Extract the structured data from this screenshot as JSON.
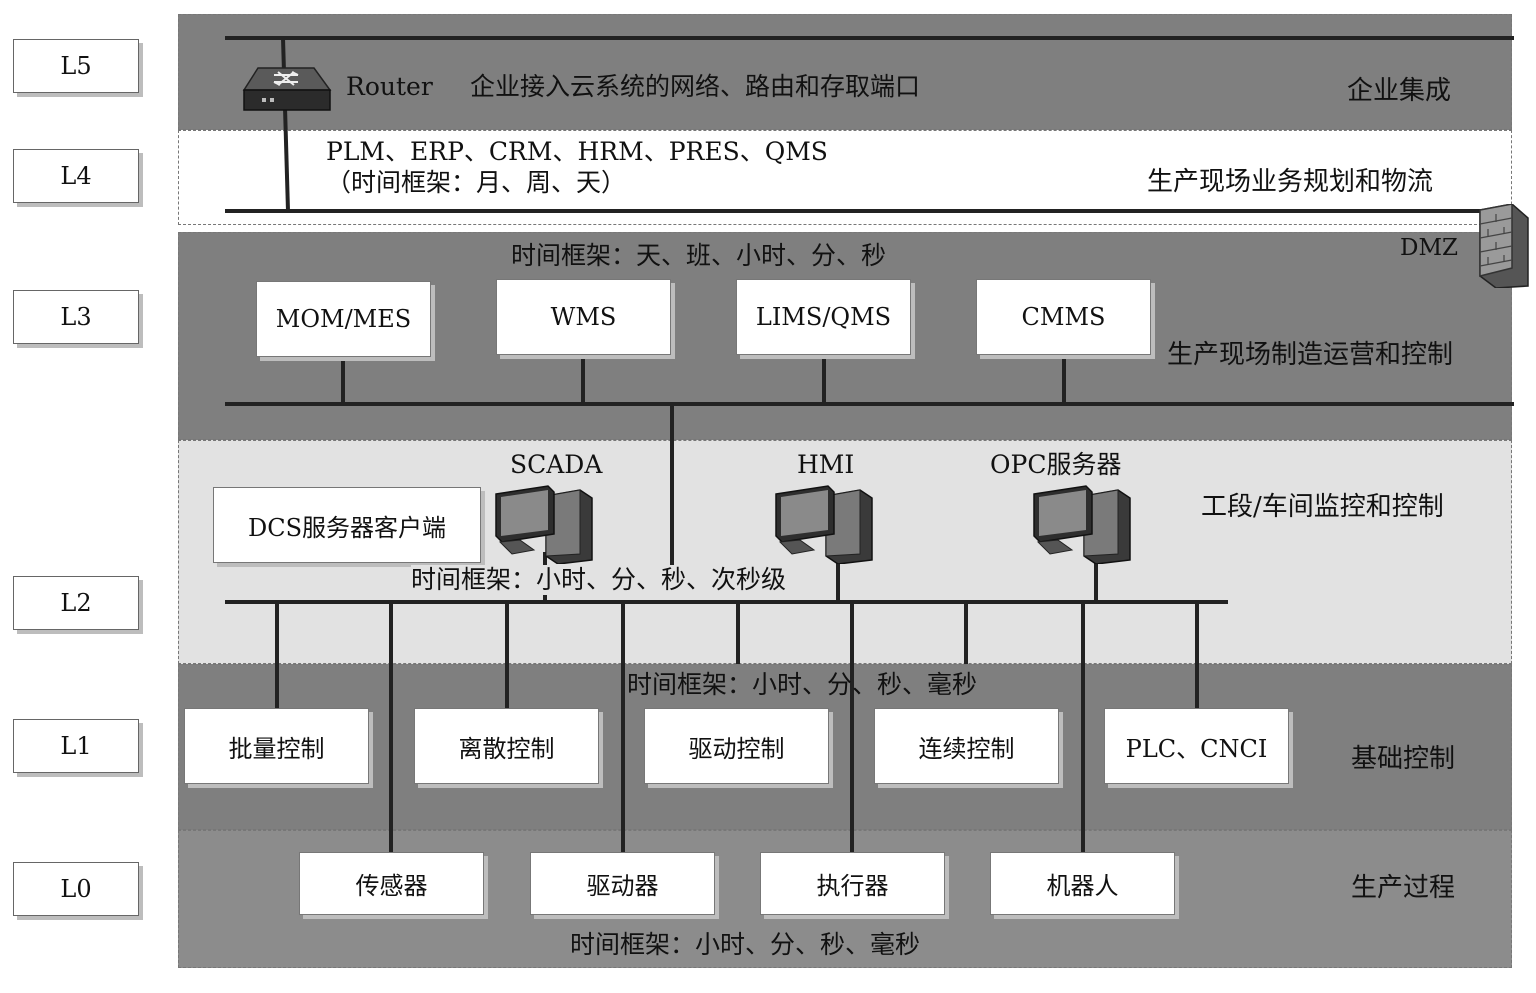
{
  "levels": [
    "L5",
    "L4",
    "L3",
    "L2",
    "L1",
    "L0"
  ],
  "l5": {
    "router_label": "Router",
    "description": "企业接入云系统的网络、路由和存取端口",
    "title": "企业集成"
  },
  "l4": {
    "systems": "PLM、ERP、CRM、HRM、PRES、QMS",
    "timeframe": "（时间框架：月、周、天）",
    "title": "生产现场业务规划和物流"
  },
  "dmz_label": "DMZ",
  "l3": {
    "timeframe": "时间框架：天、班、小时、分、秒",
    "boxes": [
      "MOM/MES",
      "WMS",
      "LIMS/QMS",
      "CMMS"
    ],
    "title": "生产现场制造运营和控制"
  },
  "l2": {
    "computers": [
      "SCADA",
      "HMI",
      "OPC服务器"
    ],
    "dcs_box": "DCS服务器客户端",
    "timeframe": "时间框架：小时、分、秒、次秒级",
    "title": "工段/车间监控和控制"
  },
  "l1": {
    "timeframe": "时间框架：小时、分、秒、毫秒",
    "boxes": [
      "批量控制",
      "离散控制",
      "驱动控制",
      "连续控制",
      "PLC、CNCI"
    ],
    "title": "基础控制"
  },
  "l0": {
    "boxes": [
      "传感器",
      "驱动器",
      "执行器",
      "机器人"
    ],
    "timeframe": "时间框架：小时、分、秒、毫秒",
    "title": "生产过程"
  }
}
